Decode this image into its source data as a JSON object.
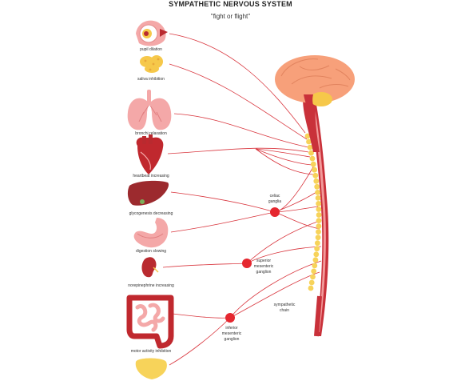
{
  "header": {
    "title": "SYMPATHETIC NERVOUS SYSTEM",
    "subtitle": "\"fight or flight\""
  },
  "organs": [
    {
      "id": "eye",
      "label": "pupil dilation"
    },
    {
      "id": "salivary",
      "label": "saliva inhibition"
    },
    {
      "id": "lungs",
      "label": "bronchi relaxation"
    },
    {
      "id": "heart",
      "label": "heartbeat increasing"
    },
    {
      "id": "liver",
      "label": "glycogenesis decreasing"
    },
    {
      "id": "stomach",
      "label": "digestion slowing"
    },
    {
      "id": "kidney",
      "label": "norepinephrine increasing"
    },
    {
      "id": "intestine",
      "label": "motor activity inhibition"
    },
    {
      "id": "bladder",
      "label": ""
    }
  ],
  "ganglia": {
    "celiac": {
      "line1": "celiac",
      "line2": "ganglia"
    },
    "superior": {
      "line1": "superior",
      "line2": "mesenteric",
      "line3": "ganglion"
    },
    "inferior": {
      "line1": "inferior",
      "line2": "mesenteric",
      "line3": "ganglion"
    }
  },
  "chain": {
    "line1": "sympathetic",
    "line2": "chain"
  },
  "colors": {
    "nerve": "#d9373f",
    "ganglion": "#e5272f",
    "spine_dark": "#c9313a",
    "spine_light": "#f29a9a",
    "chain_beads": "#f7d35a",
    "brain": "#f7a07a",
    "cerebellum": "#f6c84a",
    "organ_red": "#b92a2f",
    "organ_pink": "#f4a8a8"
  }
}
